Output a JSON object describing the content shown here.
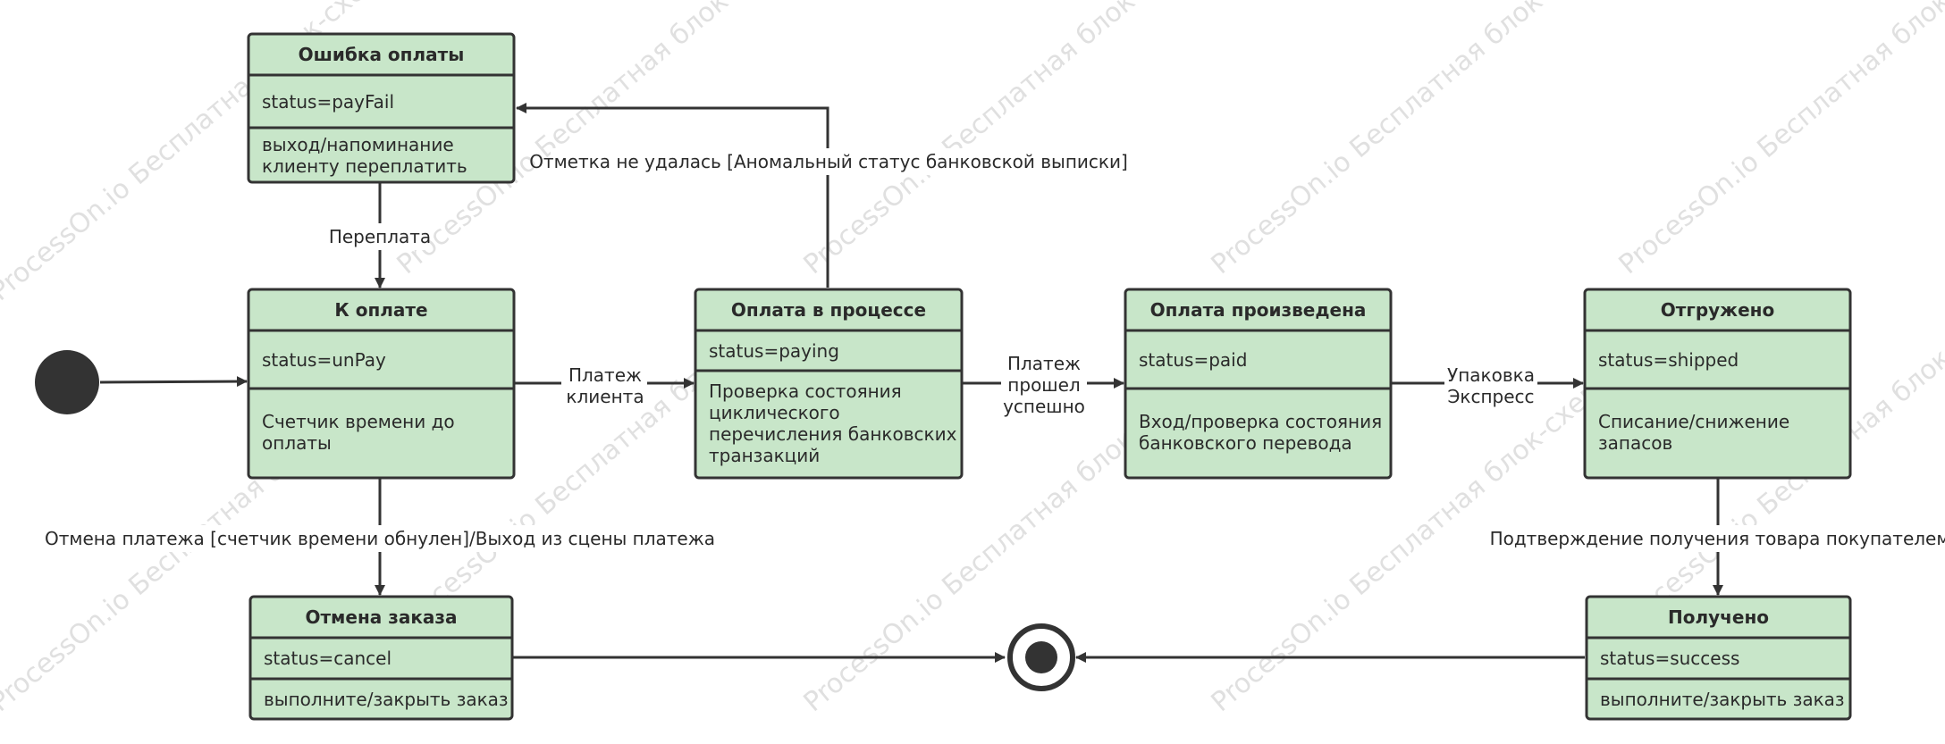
{
  "colors": {
    "state_fill": "#c8e6c9",
    "stroke": "#333333",
    "text": "#2a2a2a",
    "watermark": "#c8c8c8"
  },
  "watermark": "ProcessOn.io Бесплатная блок-схема",
  "states": {
    "payfail": {
      "title": "Ошибка оплаты",
      "status": "status=payFail",
      "activity": [
        "выход/напоминание",
        "клиенту переплатить"
      ]
    },
    "unpaid": {
      "title": "К оплате",
      "status": "status=unPay",
      "activity": [
        "Счетчик времени до",
        "оплаты"
      ]
    },
    "paying": {
      "title": "Оплата в процессе",
      "status": "status=paying",
      "activity": [
        "Проверка состояния",
        "циклического",
        "перечисления банковских",
        "транзакций"
      ]
    },
    "paid": {
      "title": "Оплата произведена",
      "status": "status=paid",
      "activity": [
        "Вход/проверка состояния",
        "банковского перевода"
      ]
    },
    "shipped": {
      "title": "Отгружено",
      "status": "status=shipped",
      "activity": [
        "Списание/снижение",
        "запасов"
      ]
    },
    "cancel": {
      "title": "Отмена заказа",
      "status": "status=cancel",
      "activity": [
        "выполните/закрыть заказ"
      ]
    },
    "success": {
      "title": "Получено",
      "status": "status=success",
      "activity": [
        "выполните/закрыть заказ"
      ]
    }
  },
  "transitions": {
    "overpay": [
      "Переплата"
    ],
    "client_pay": [
      "Платеж",
      "клиента"
    ],
    "pay_success": [
      "Платеж",
      "прошел",
      "успешно"
    ],
    "pack": [
      "Упаковка",
      "Экспресс"
    ],
    "mark_failed": [
      "Отметка не удалась [Аномальный статус банковской выписки]"
    ],
    "cancel_pay": [
      "Отмена платежа [счетчик времени обнулен]/Выход из сцены платежа"
    ],
    "confirm": [
      "Подтверждение получения товара покупателем"
    ]
  }
}
